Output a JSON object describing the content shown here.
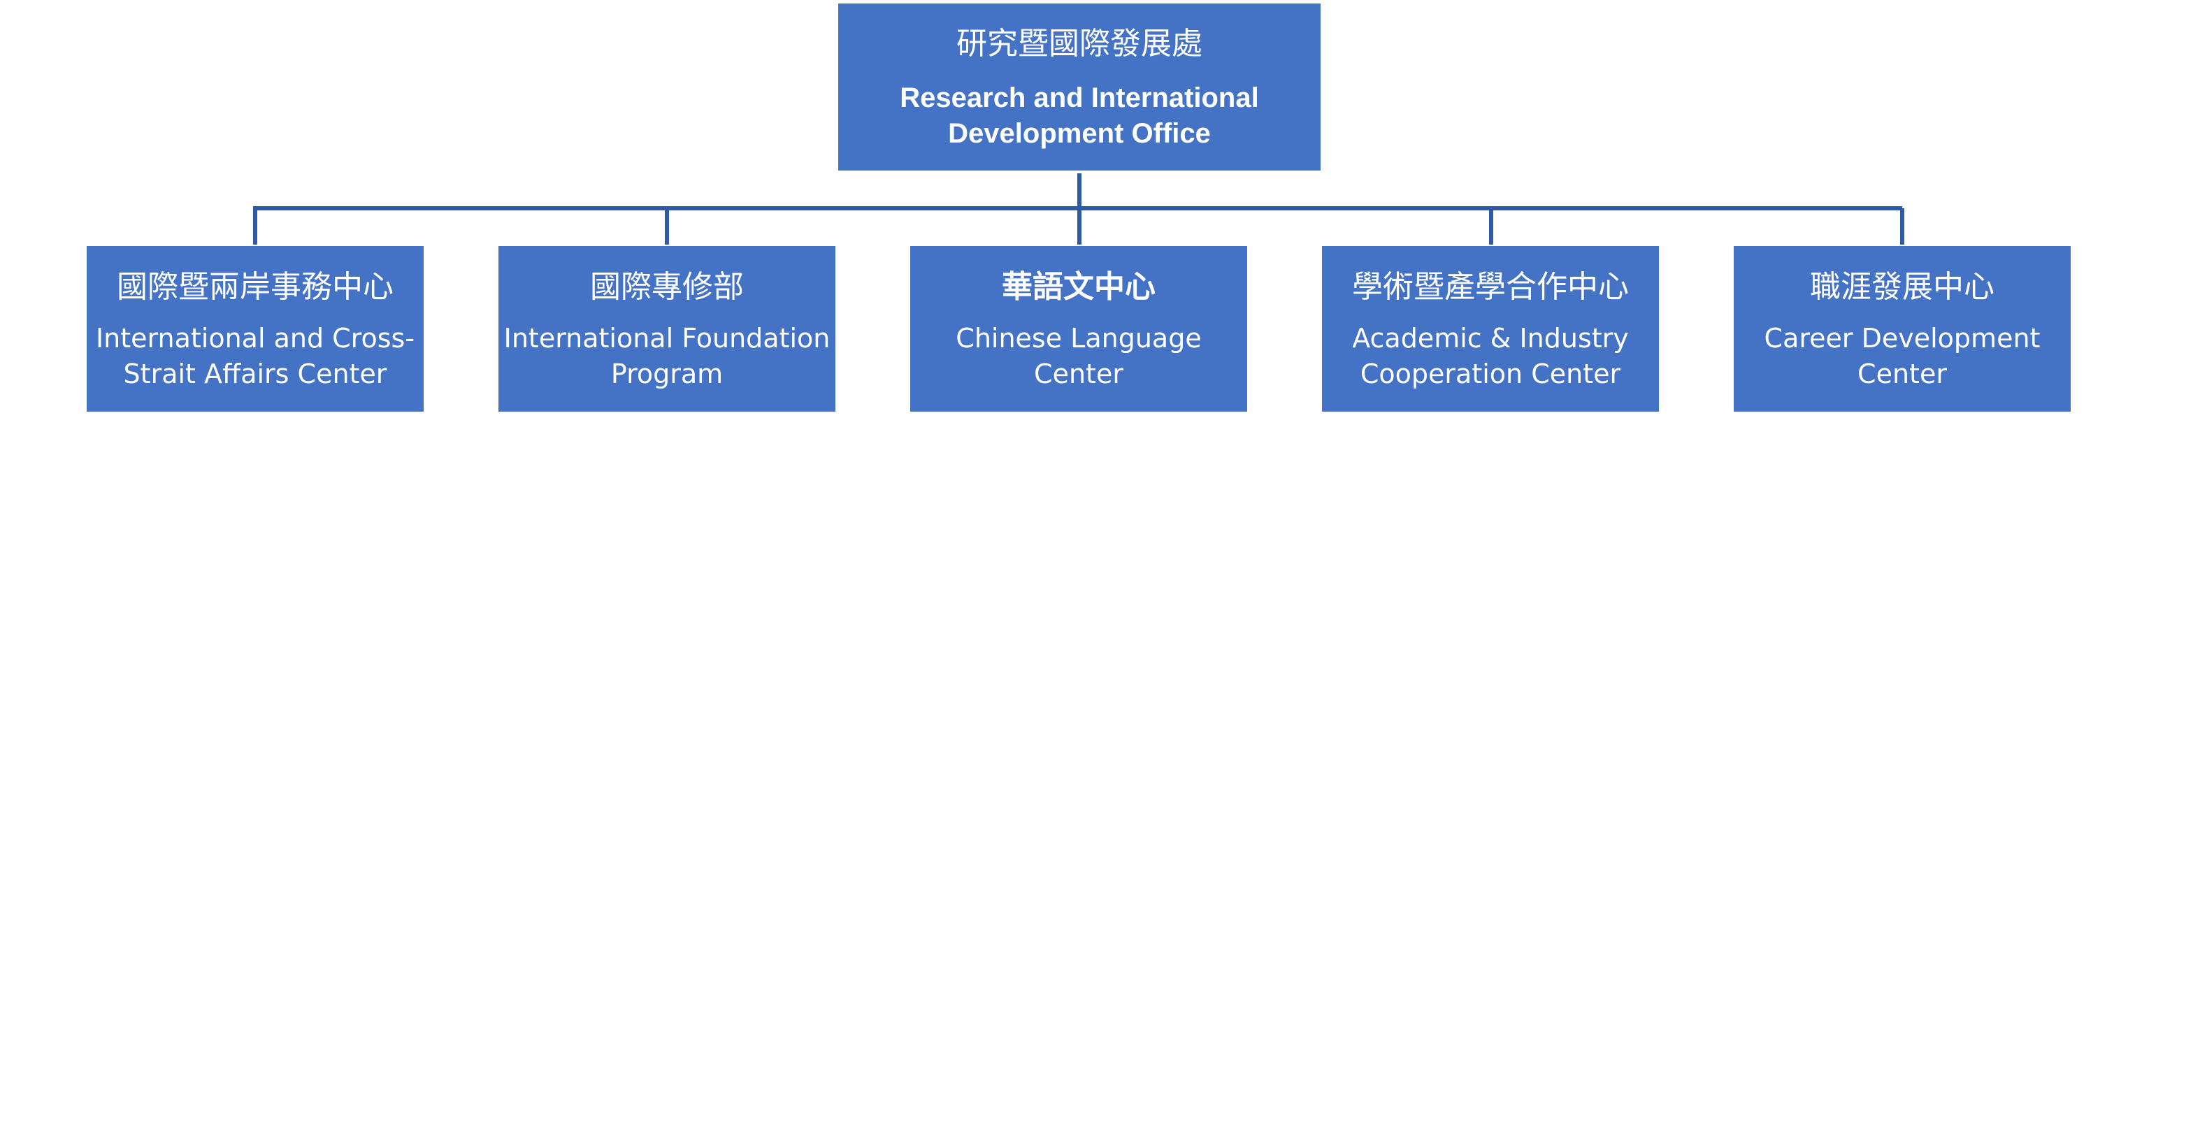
{
  "root": {
    "name_zh": "研究暨國際發展處",
    "name_en": "Research and International Development Office"
  },
  "units": [
    {
      "name_zh": "國際暨兩岸事務中心",
      "name_en": "International and Cross-Strait Affairs Center"
    },
    {
      "name_zh": "國際專修部",
      "name_en": "International Foundation Program"
    },
    {
      "name_zh": "華語文中心",
      "name_en": "Chinese Language Center"
    },
    {
      "name_zh": "學術暨產學合作中心",
      "name_en": "Academic & Industry Cooperation Center"
    },
    {
      "name_zh": "職涯發展中心",
      "name_en": "Career Development Center"
    }
  ],
  "colors": {
    "box_fill": "#4472c4",
    "connector": "#2f5aa8",
    "text": "#ffffff"
  }
}
